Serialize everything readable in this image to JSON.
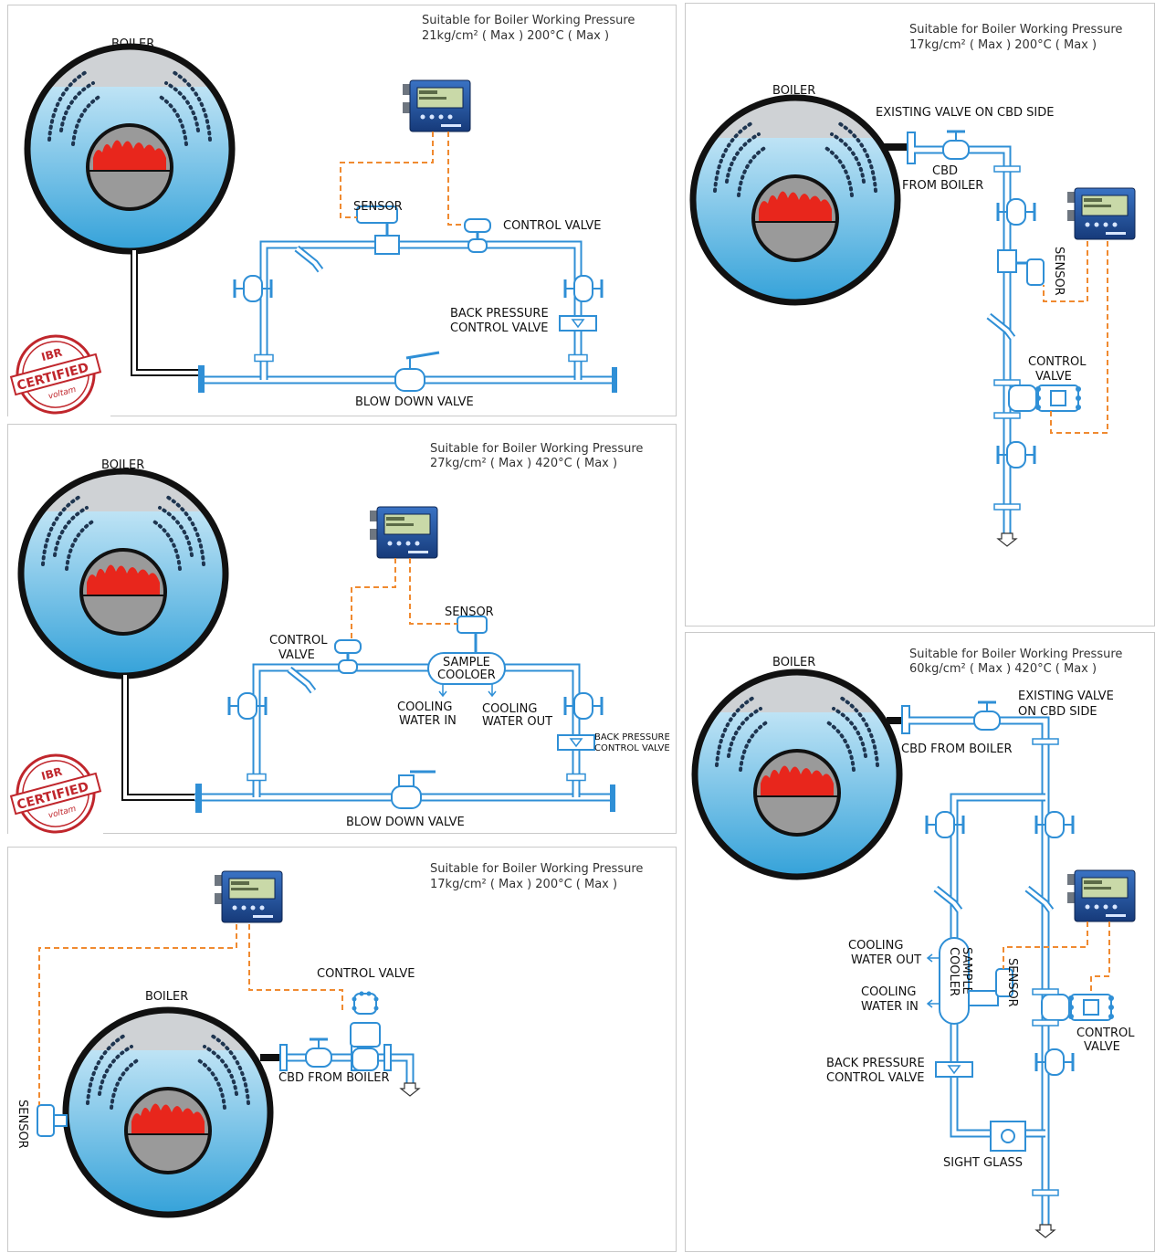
{
  "colors": {
    "pipe": "#2f8fd6",
    "signal": "#f08a30",
    "water": "#8fd1f2",
    "flame": "#e8261c",
    "stamp": "#c0262c",
    "controller": "#1d4fa0"
  },
  "panels": {
    "p1": {
      "spec_line1": "Suitable for Boiler Working Pressure",
      "spec_line2": "21kg/cm² ( Max ) 200°C ( Max )",
      "boiler": "BOILER",
      "sensor": "SENSOR",
      "control_valve": "CONTROL VALVE",
      "bpcv_line1": "BACK PRESSURE",
      "bpcv_line2": "CONTROL VALVE",
      "blow_down_valve": "BLOW DOWN VALVE",
      "stamp_top": "IBR",
      "stamp_main": "CERTIFIED",
      "stamp_sig": "voltam"
    },
    "p2": {
      "spec_line1": "Suitable for Boiler Working Pressure",
      "spec_line2": "17kg/cm² ( Max ) 200°C ( Max )",
      "boiler": "BOILER",
      "existing_valve": "EXISTING VALVE ON CBD SIDE",
      "cbd_line1": "CBD",
      "cbd_line2": "FROM BOILER",
      "sensor": "SENSOR",
      "cv_line1": "CONTROL",
      "cv_line2": "VALVE"
    },
    "p3": {
      "spec_line1": "Suitable for Boiler Working Pressure",
      "spec_line2": "27kg/cm² ( Max ) 420°C ( Max )",
      "boiler": "BOILER",
      "sensor": "SENSOR",
      "cv_line1": "CONTROL",
      "cv_line2": "VALVE",
      "cooler_line1": "SAMPLE",
      "cooler_line2": "COOLOER",
      "cwi_line1": "COOLING",
      "cwi_line2": "WATER IN",
      "cwo_line1": "COOLING",
      "cwo_line2": "WATER OUT",
      "bpcv_line1": "BACK PRESSURE",
      "bpcv_line2": "CONTROL VALVE",
      "blow_down_valve": "BLOW DOWN VALVE",
      "stamp_top": "IBR",
      "stamp_main": "CERTIFIED",
      "stamp_sig": "voltam"
    },
    "p4": {
      "spec_line1": "Suitable for Boiler Working Pressure",
      "spec_line2": "60kg/cm² ( Max ) 420°C ( Max )",
      "boiler": "BOILER",
      "ev_line1": "EXISTING VALVE",
      "ev_line2": "ON CBD SIDE",
      "cbd": "CBD FROM BOILER",
      "cwo_line1": "COOLING",
      "cwo_line2": "WATER OUT",
      "cwi_line1": "COOLING",
      "cwi_line2": "WATER IN",
      "cooler_line1": "SAMPLE",
      "cooler_line2": "COOLER",
      "sensor": "SENSOR",
      "cv_line1": "CONTROL",
      "cv_line2": "VALVE",
      "bpcv_line1": "BACK PRESSURE",
      "bpcv_line2": "CONTROL VALVE",
      "sight_glass": "SIGHT GLASS"
    },
    "p5": {
      "spec_line1": "Suitable for Boiler Working Pressure",
      "spec_line2": "17kg/cm² ( Max ) 200°C ( Max )",
      "boiler": "BOILER",
      "control_valve": "CONTROL VALVE",
      "cbd": "CBD FROM BOILER",
      "sensor": "SENSOR"
    }
  }
}
